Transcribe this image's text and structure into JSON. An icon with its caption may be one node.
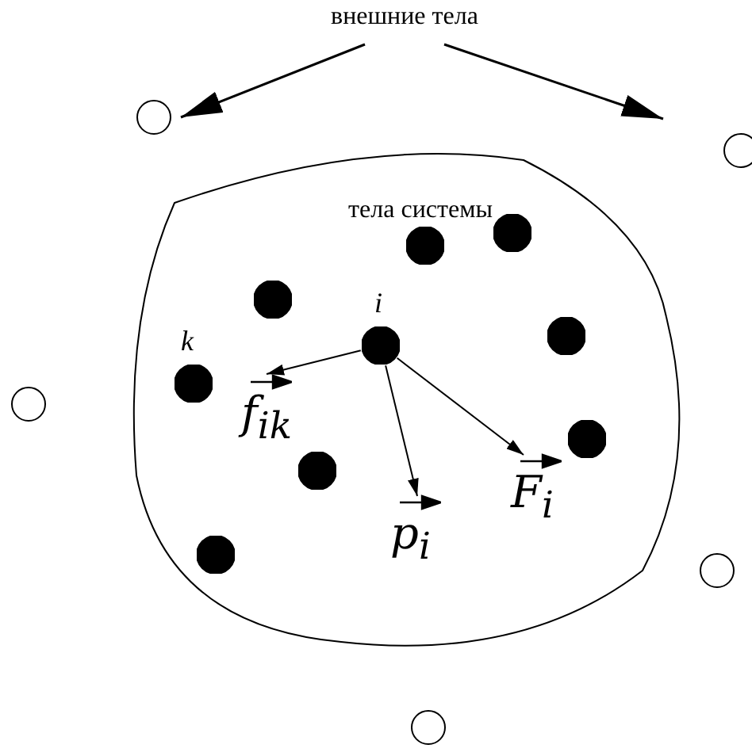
{
  "diagram": {
    "nodes": [
      {
        "text": [
          "внешние тела"
        ]
      },
      {
        "text": [],
        "shape": "circle"
      },
      {
        "text": [],
        "shape": "circle"
      },
      {
        "text": [
          "тела системы"
        ]
      },
      {
        "text": [],
        "shape": "circle",
        "in": 3
      },
      {
        "text": [],
        "shape": "circle",
        "in": 3
      },
      {
        "text": [],
        "shape": "circle",
        "in": 3
      },
      {
        "text": [],
        "shape": "circle",
        "in": 3
      },
      {
        "text": [],
        "shape": "circle",
        "in": 3,
        "beside": [
          "i"
        ]
      },
      {
        "text": [],
        "shape": "circle",
        "in": 3,
        "beside": [
          "k"
        ]
      },
      {
        "text": [],
        "shape": "circle",
        "in": 3
      },
      {
        "text": [],
        "shape": "circle",
        "in": 3
      },
      {
        "text": [],
        "shape": "circle",
        "in": 3
      },
      {
        "text": [],
        "shape": "circle"
      },
      {
        "text": [],
        "shape": "circle"
      },
      {
        "text": [],
        "shape": "circle"
      }
    ],
    "edges": [
      {
        "from": 0,
        "to": 1,
        "arrow": "to"
      },
      {
        "from": 0,
        "to": 2,
        "arrow": "to"
      },
      {
        "from": 8,
        "to": null,
        "arrow": "to",
        "label": "f$_{ik}$"
      },
      {
        "from": 8,
        "to": null,
        "arrow": "to",
        "label": "p$_{i}$"
      },
      {
        "from": 8,
        "to": null,
        "arrow": "to",
        "label": "F$_{i}$"
      }
    ]
  }
}
